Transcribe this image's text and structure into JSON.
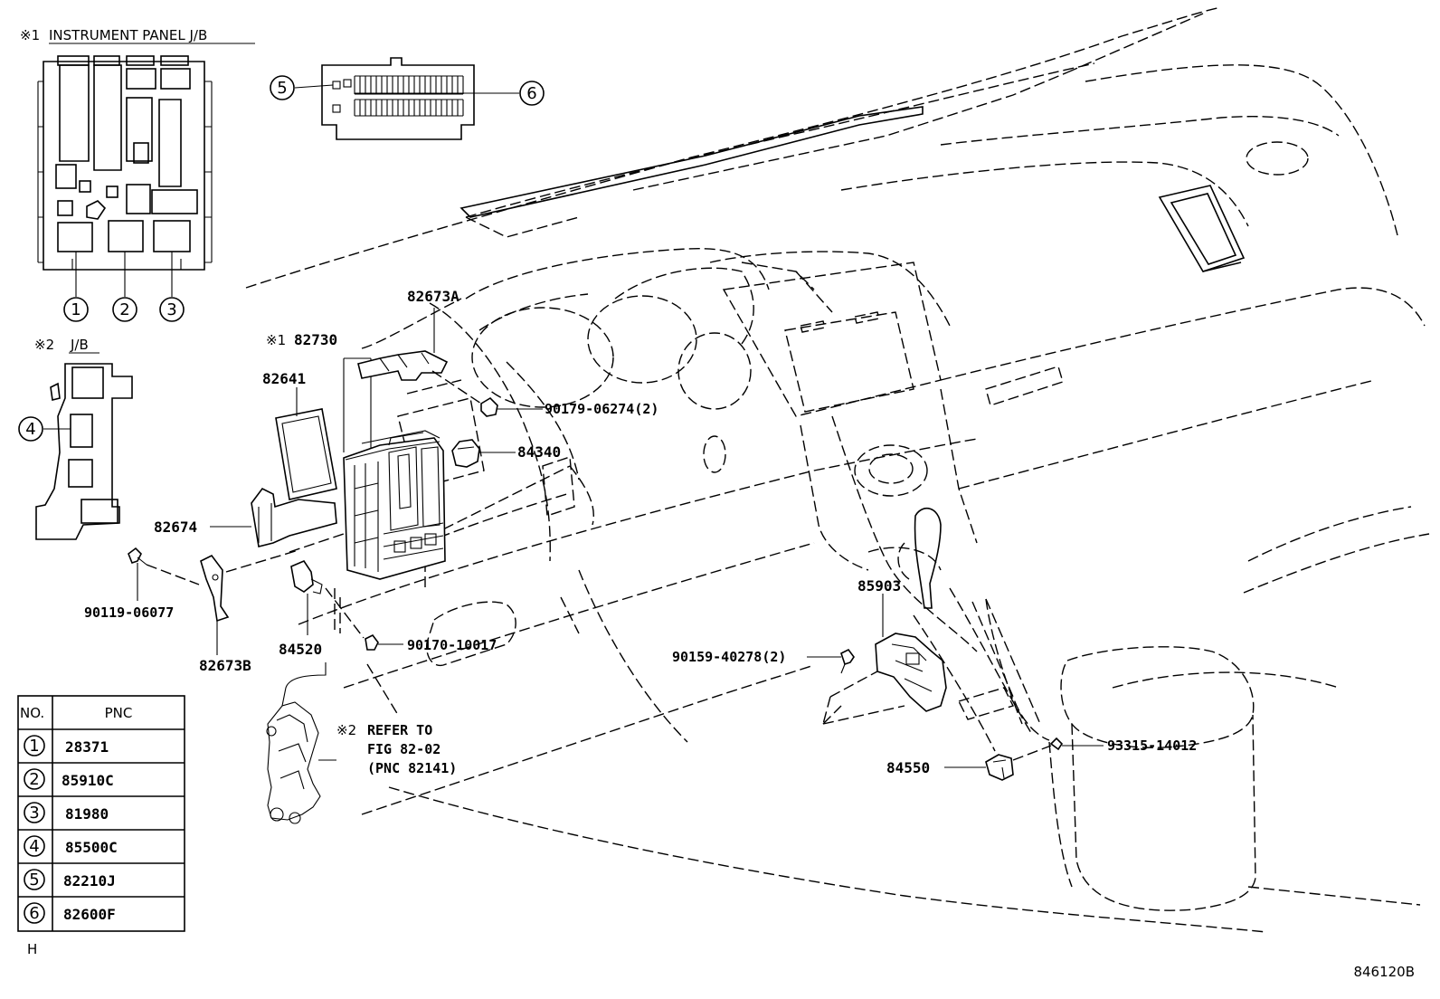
{
  "insets": {
    "instrument_panel_jb": {
      "marker": "※1",
      "title": "INSTRUMENT PANEL J/B",
      "callouts": [
        "1",
        "2",
        "3"
      ]
    },
    "jb": {
      "marker": "※2",
      "title": "J/B",
      "callouts": [
        "4"
      ]
    },
    "connector": {
      "callouts": [
        "5",
        "6"
      ]
    }
  },
  "labels": {
    "p82673A": "82673A",
    "p82730_marker": "※1",
    "p82730": "82730",
    "p82641": "82641",
    "p90179": "90179-06274(2)",
    "p84340": "84340",
    "p82674": "82674",
    "p90119": "90119-06077",
    "p82673B": "82673B",
    "p84520": "84520",
    "p90170": "90170-10017",
    "refer_marker": "※2",
    "refer_line1": "REFER TO",
    "refer_line2": "FIG 82-02",
    "refer_line3": "(PNC 82141)",
    "p85903": "85903",
    "p90159": "90159-40278(2)",
    "p93315": "93315-14012",
    "p84550": "84550"
  },
  "table": {
    "headers": [
      "NO.",
      "PNC"
    ],
    "rows": [
      {
        "no": "1",
        "pnc": "28371"
      },
      {
        "no": "2",
        "pnc": "85910C"
      },
      {
        "no": "3",
        "pnc": "81980"
      },
      {
        "no": "4",
        "pnc": "85500C"
      },
      {
        "no": "5",
        "pnc": "82210J"
      },
      {
        "no": "6",
        "pnc": "82600F"
      }
    ]
  },
  "footer": {
    "left": "H",
    "right": "846120B"
  }
}
